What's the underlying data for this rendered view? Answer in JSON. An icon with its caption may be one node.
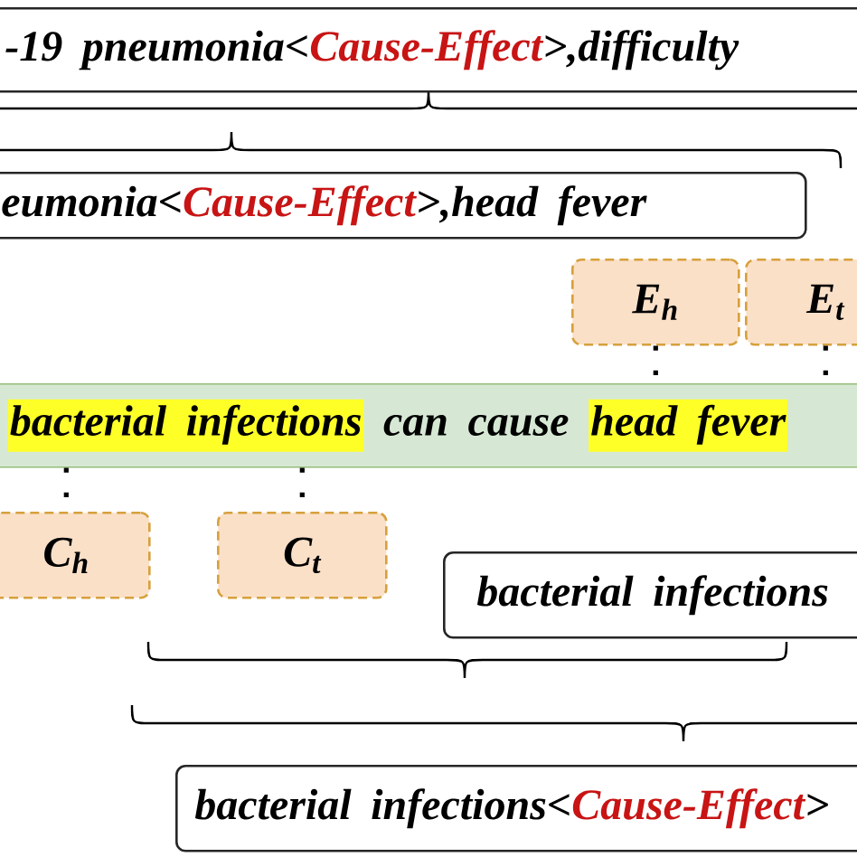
{
  "diagram": {
    "nodes": [
      {
        "text": [
          "-19 pneumonia<",
          "Cause-Effect",
          ">,difficulty"
        ]
      },
      {
        "text": [
          "eumonia<",
          "Cause-Effect",
          ">,head fever"
        ]
      },
      {
        "text": [
          "E$_{h}$"
        ]
      },
      {
        "text": [
          "E$_{t}$"
        ]
      },
      {
        "text": [
          "bacterial infections",
          "can cause",
          "head fever"
        ]
      },
      {
        "text": [
          "C$_{h}$"
        ]
      },
      {
        "text": [
          "C$_{t}$"
        ]
      },
      {
        "text": [
          "bacterial infections"
        ]
      },
      {
        "text": [
          "bacterial infections<",
          "Cause-Effect",
          ">"
        ]
      }
    ],
    "edges": [
      {
        "from": 2,
        "to": 4,
        "arrow": "none",
        "style": "dashed"
      },
      {
        "from": 3,
        "to": 4,
        "arrow": "none",
        "style": "dashed"
      },
      {
        "from": 4,
        "to": 5,
        "arrow": "none",
        "style": "dashed"
      },
      {
        "from": 4,
        "to": 6,
        "arrow": "none",
        "style": "dashed"
      }
    ]
  }
}
